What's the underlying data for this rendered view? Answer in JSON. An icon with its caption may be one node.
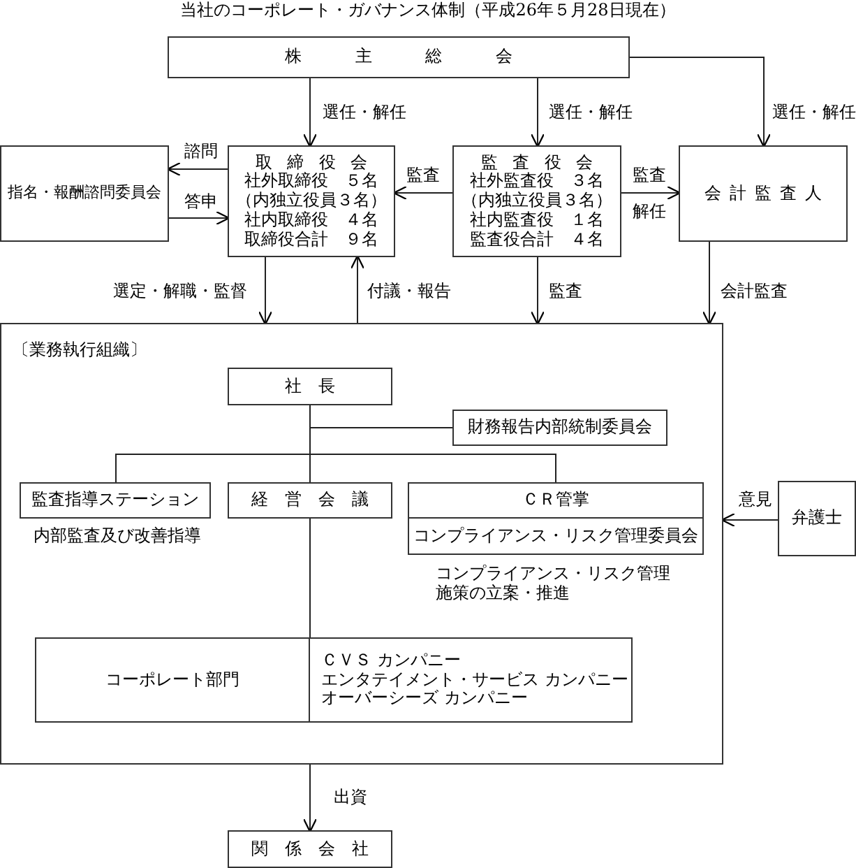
{
  "diagram": {
    "title": "当社のコーポレート・ガバナンス体制（平成26年５月28日現在）",
    "nodes": [
      {
        "text": [
          "株主総会"
        ]
      },
      {
        "text": [
          "指名・報酬諮問委員会"
        ]
      },
      {
        "text": [
          "取締役会",
          "社外取締役　５名",
          "（内独立役員３名）",
          "社内取締役　４名",
          "取締役合計　９名"
        ]
      },
      {
        "text": [
          "監査役会",
          "社外監査役　３名",
          "（内独立役員３名）",
          "社内監査役　１名",
          "監査役合計　４名"
        ]
      },
      {
        "text": [
          "会計監査人"
        ]
      },
      {
        "text": [
          "〔業務執行組織〕"
        ]
      },
      {
        "text": [
          "社長"
        ],
        "in": 5
      },
      {
        "text": [
          "財務報告内部統制委員会"
        ],
        "in": 5
      },
      {
        "text": [
          "監査指導ステーション"
        ],
        "in": 5,
        "beside": [
          "内部監査及び改善指導"
        ]
      },
      {
        "text": [
          "経営会議"
        ],
        "in": 5
      },
      {
        "text": [
          "ＣＲ管掌"
        ],
        "in": 5
      },
      {
        "text": [
          "コンプライアンス・リスク管理委員会"
        ],
        "in": 5,
        "beside": [
          "コンプライアンス・リスク管理施策の立案・推進"
        ]
      },
      {
        "text": [
          "コーポレート部門"
        ],
        "in": 5
      },
      {
        "text": [
          "ＣＶＳ カンパニー",
          "エンタテイメント・サービス カンパニー",
          "オーバーシーズ カンパニー"
        ],
        "in": 5
      },
      {
        "text": [
          "弁護士"
        ]
      },
      {
        "text": [
          "関係会社"
        ]
      }
    ],
    "edges": [
      {
        "from": 0,
        "to": 2,
        "arrow": "to",
        "label": "選任・解任"
      },
      {
        "from": 0,
        "to": 3,
        "arrow": "to",
        "label": "選任・解任"
      },
      {
        "from": 0,
        "to": 4,
        "arrow": "to",
        "label": "選任・解任"
      },
      {
        "from": 2,
        "to": 1,
        "arrow": "to",
        "label": "諮問"
      },
      {
        "from": 1,
        "to": 2,
        "arrow": "to",
        "label": "答申"
      },
      {
        "from": 3,
        "to": 2,
        "arrow": "to",
        "label": "監査"
      },
      {
        "from": 3,
        "to": 4,
        "arrow": "to",
        "label": "監査"
      },
      {
        "from": 2,
        "to": 5,
        "arrow": "to",
        "label": "選定・解職・監督"
      },
      {
        "from": 5,
        "to": 2,
        "arrow": "to",
        "label": "付議・報告"
      },
      {
        "from": 3,
        "to": 5,
        "arrow": "to",
        "label": "監査"
      },
      {
        "from": 4,
        "to": 5,
        "arrow": "to",
        "label": "会計監査"
      },
      {
        "from": 14,
        "to": 5,
        "arrow": "to",
        "label": "意見"
      },
      {
        "from": 6,
        "to": 7,
        "arrow": "none"
      },
      {
        "from": 6,
        "to": 8,
        "arrow": "none"
      },
      {
        "from": 6,
        "to": 9,
        "arrow": "none"
      },
      {
        "from": 6,
        "to": 10,
        "arrow": "none"
      },
      {
        "from": 9,
        "to": 12,
        "arrow": "none"
      },
      {
        "from": 9,
        "to": 13,
        "arrow": "none"
      },
      {
        "from": 5,
        "to": 15,
        "arrow": "to",
        "label": "出資"
      }
    ],
    "labels": [
      "解任"
    ]
  }
}
